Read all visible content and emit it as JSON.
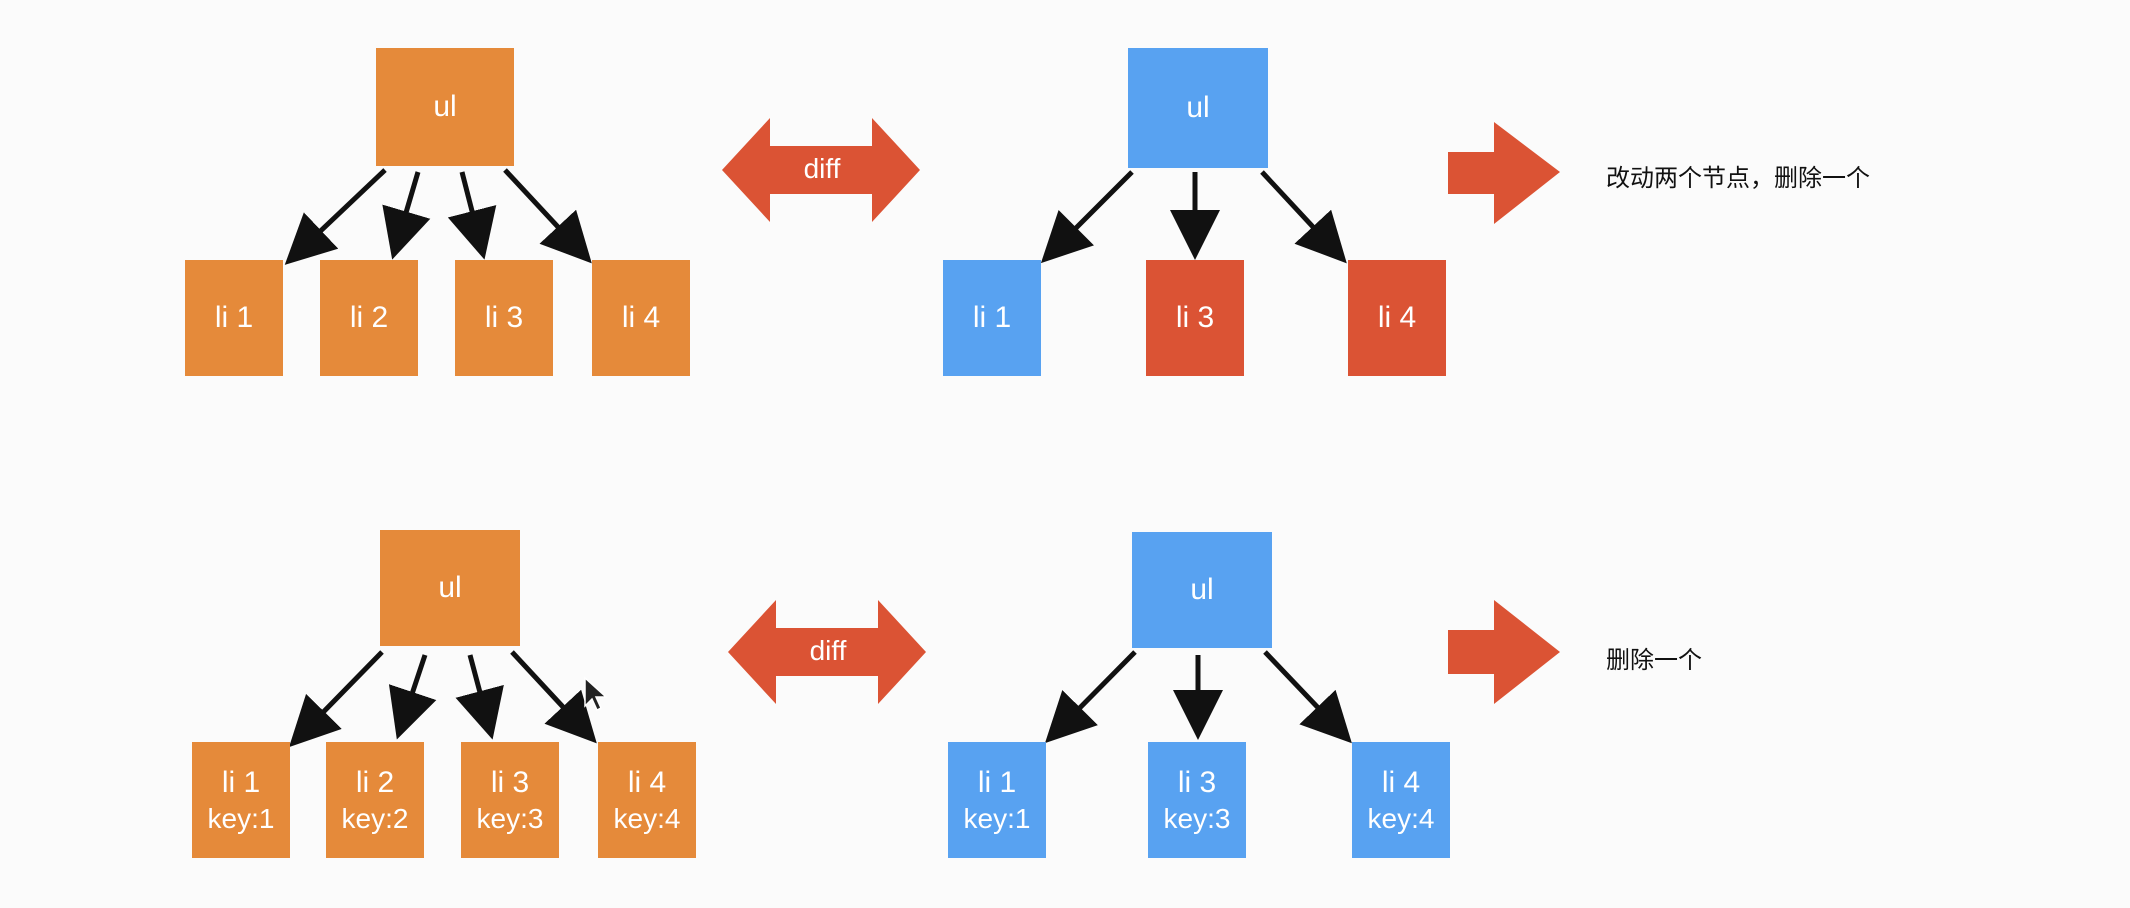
{
  "colors": {
    "orange": "#E58A3A",
    "blue": "#58A2F1",
    "red": "#DB5334",
    "arrow_dark": "#111111"
  },
  "top_row": {
    "old_tree": {
      "root": "ul",
      "children": [
        "li 1",
        "li 2",
        "li 3",
        "li 4"
      ]
    },
    "diff_label": "diff",
    "new_tree": {
      "root": "ul",
      "children": [
        "li 1",
        "li 3",
        "li 4"
      ]
    },
    "result": "改动两个节点，删除一个"
  },
  "bottom_row": {
    "old_tree": {
      "root": "ul",
      "children": [
        {
          "label": "li 1",
          "key": "key:1"
        },
        {
          "label": "li 2",
          "key": "key:2"
        },
        {
          "label": "li 3",
          "key": "key:3"
        },
        {
          "label": "li 4",
          "key": "key:4"
        }
      ]
    },
    "diff_label": "diff",
    "new_tree": {
      "root": "ul",
      "children": [
        {
          "label": "li 1",
          "key": "key:1"
        },
        {
          "label": "li 3",
          "key": "key:3"
        },
        {
          "label": "li 4",
          "key": "key:4"
        }
      ]
    },
    "result": "删除一个"
  }
}
